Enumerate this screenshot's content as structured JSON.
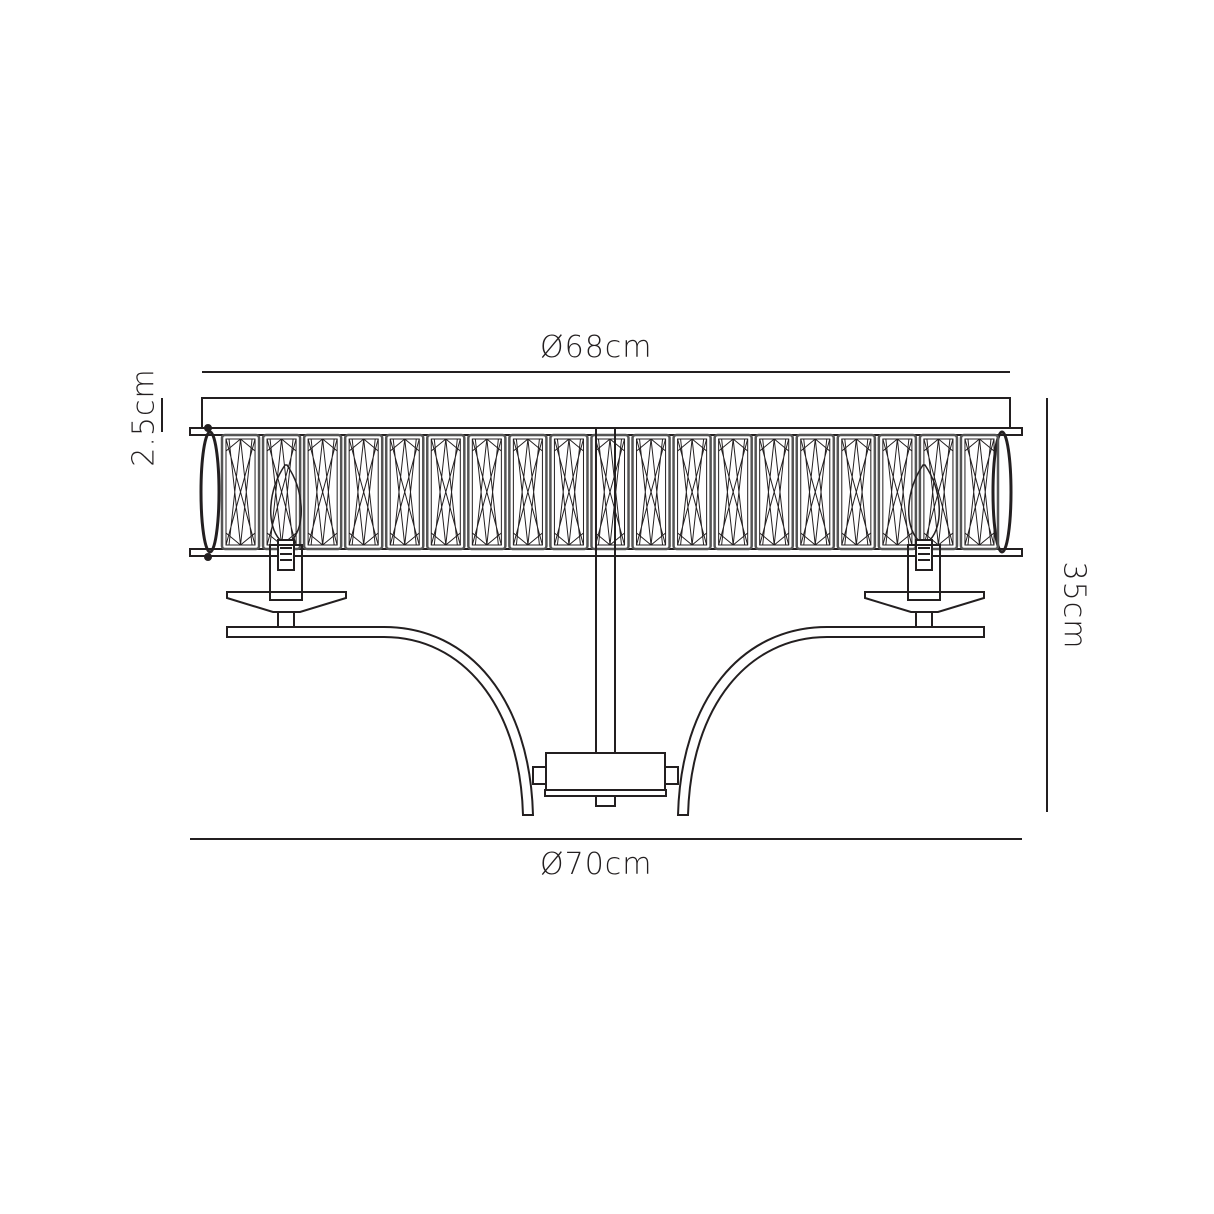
{
  "diagram": {
    "type": "technical-dimension-drawing",
    "subject": "flush ceiling light with crystal band shade",
    "line_color": "#231f20",
    "background": "#ffffff",
    "dimensions": {
      "top_diameter": "Ø68cm",
      "bottom_diameter": "Ø70cm",
      "band_height": "2.5cm",
      "overall_height": "35cm"
    },
    "components": {
      "crystal_panels": 19,
      "bulbs": 2,
      "bulb_type": "candle"
    }
  }
}
